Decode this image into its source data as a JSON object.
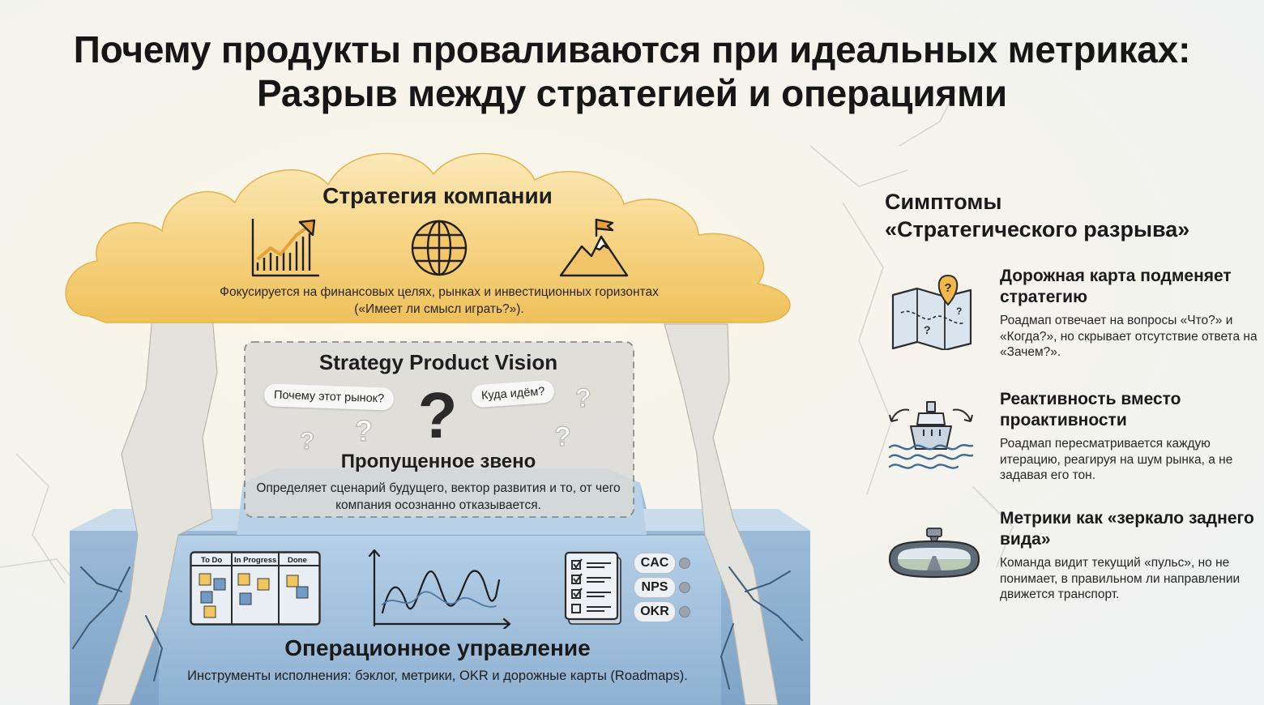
{
  "title_line1": "Почему продукты проваливаются при идеальных метриках:",
  "title_line2": "Разрыв между стратегией и операциями",
  "strategy": {
    "title": "Стратегия компании",
    "description": "Фокусируется на финансовых целях, рынках и инвестиционных горизонтах («Имеет ли смысл играть?»).",
    "icons": [
      "growth-chart-icon",
      "globe-icon",
      "mountain-flag-icon"
    ]
  },
  "vision": {
    "title": "Strategy Product Vision",
    "bubble_left": "Почему этот рынок?",
    "bubble_right": "Куда идём?",
    "missing_title": "Пропущенное звено",
    "missing_desc": "Определяет сценарий будущего, вектор развития и то, от чего компания осознанно отказывается."
  },
  "operations": {
    "title": "Операционное управление",
    "description": "Инструменты исполнения: бэклог, метрики, OKR и дорожные карты (Roadmaps).",
    "kanban_columns": [
      "To Do",
      "In Progress",
      "Done"
    ],
    "metric_tags": [
      "CAC",
      "NPS",
      "OKR"
    ]
  },
  "symptoms": {
    "heading_line1": "Симптомы",
    "heading_line2": "«Стратегического разрыва»",
    "items": [
      {
        "icon": "map-question-icon",
        "title": "Дорожная карта подменяет стратегию",
        "description": "Роадмап отвечает на вопросы «Что?» и «Когда?», но скрывает отсутствие ответа на «Зачем?»."
      },
      {
        "icon": "ship-waves-icon",
        "title": "Реактивность вместо проактивности",
        "description": "Роадмап пересматривается каждую итерацию, реагируя на шум рынка, а не задавая его тон."
      },
      {
        "icon": "rearview-mirror-icon",
        "title": "Метрики как «зеркало заднего вида»",
        "description": "Команда видит текущий «пульс», но не понимает, в правильном ли направлении движется транспорт."
      }
    ]
  },
  "colors": {
    "cloud": "#f6d382",
    "cloud_edge": "#e8b64a",
    "ops_block": "#a9c6e0",
    "ops_top": "#c6dcee",
    "vision_box": "#dcdcd8",
    "accent_orange": "#e6a13a"
  }
}
